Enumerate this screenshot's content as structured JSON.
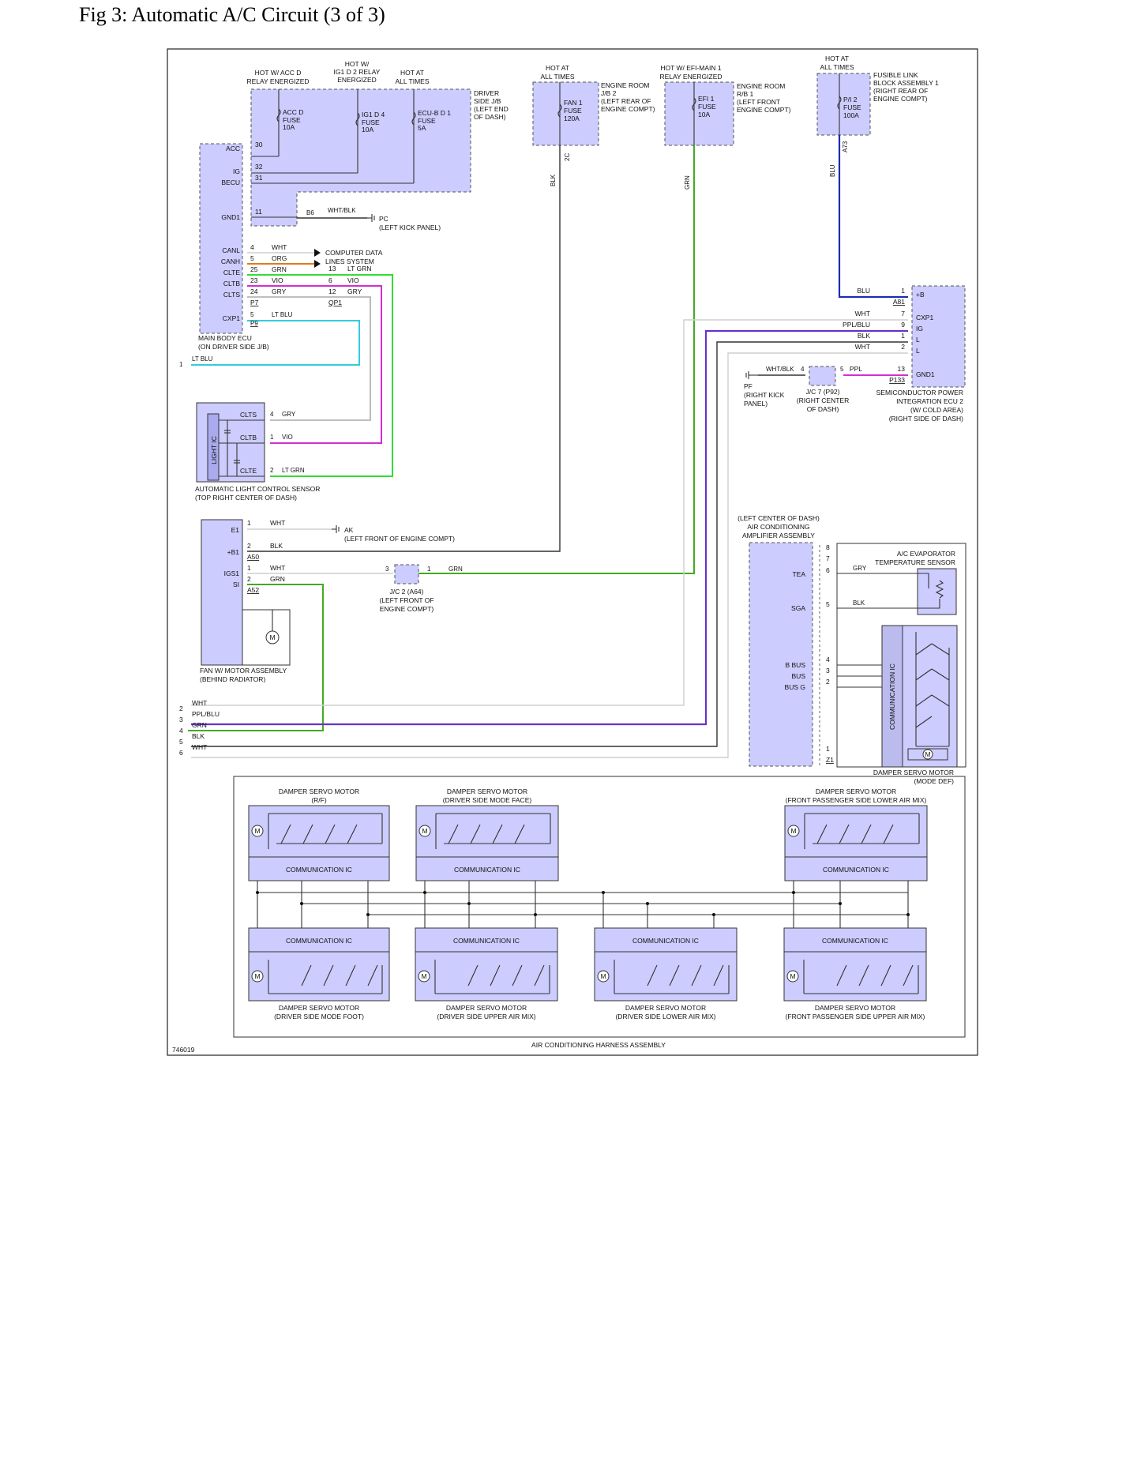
{
  "title": "Fig 3: Automatic A/C Circuit (3 of 3)",
  "figure_id": "746019",
  "harness_label": "AIR CONDITIONING HARNESS ASSEMBLY",
  "top_sources": {
    "hot_acc": [
      "HOT W/ ACC D",
      "RELAY ENERGIZED"
    ],
    "hot_ig1": [
      "HOT W/",
      "IG1 D 2 RELAY",
      "ENERGIZED"
    ],
    "hot_all1": [
      "HOT AT",
      "ALL TIMES"
    ],
    "hot_all2": [
      "HOT AT",
      "ALL TIMES"
    ],
    "hot_efi": [
      "HOT W/ EFI-MAIN 1",
      "RELAY ENERGIZED"
    ],
    "hot_all3": [
      "HOT AT",
      "ALL TIMES"
    ]
  },
  "fuses": {
    "acc": [
      "ACC D",
      "FUSE",
      "10A"
    ],
    "ig1": [
      "IG1 D 4",
      "FUSE",
      "10A"
    ],
    "ecub": [
      "ECU-B D 1",
      "FUSE",
      "5A"
    ],
    "fan": [
      "FAN 1",
      "FUSE",
      "120A"
    ],
    "efi": [
      "EFI 1",
      "FUSE",
      "10A"
    ],
    "pi2": [
      "P/I 2",
      "FUSE",
      "100A"
    ]
  },
  "boxes": {
    "driver_jb": [
      "DRIVER",
      "SIDE J/B",
      "(LEFT END",
      "OF DASH)"
    ],
    "engine_jb2": [
      "ENGINE ROOM",
      "J/B 2",
      "(LEFT REAR OF",
      "ENGINE COMPT)"
    ],
    "engine_rb1": [
      "ENGINE ROOM",
      "R/B 1",
      "(LEFT FRONT",
      "ENGINE COMPT)"
    ],
    "fusible": [
      "FUSIBLE LINK",
      "BLOCK ASSEMBLY 1",
      "(RIGHT REAR OF",
      "ENGINE COMPT)"
    ]
  },
  "main_body_ecu": {
    "pins": [
      "ACC",
      "IG",
      "BECU",
      "GND1",
      "CANL",
      "CANH",
      "CLTE",
      "CLTB",
      "CLTS",
      "CXP1"
    ],
    "pin_nums": [
      "30",
      "32",
      "31",
      "11",
      "4",
      "5",
      "25",
      "23",
      "24",
      "P7",
      "5",
      "P9"
    ],
    "name": [
      "MAIN BODY ECU",
      "(ON DRIVER SIDE J/B)"
    ]
  },
  "wires_left": {
    "whtblk": "WHT/BLK",
    "b6": "B6",
    "wht": "WHT",
    "org": "ORG",
    "grn": "GRN",
    "vio": "VIO",
    "gry": "GRY",
    "ltblu": "LT BLU",
    "ltgrn": "LT GRN",
    "n13": "13",
    "n6": "6",
    "n12": "12",
    "qp1": "QP1",
    "n1": "1"
  },
  "ground_pc": [
    "PC",
    "(LEFT KICK PANEL)"
  ],
  "can_label": [
    "COMPUTER DATA",
    "LINES SYSTEM"
  ],
  "light_sensor": {
    "ic": "LIGHT IC",
    "pins": [
      "CLTS",
      "CLTB",
      "CLTE"
    ],
    "nums": [
      "4",
      "1",
      "2"
    ],
    "wires": [
      "GRY",
      "VIO",
      "LT GRN"
    ],
    "name": [
      "AUTOMATIC LIGHT CONTROL SENSOR",
      "(TOP RIGHT CENTER OF DASH)"
    ]
  },
  "fan_motor": {
    "pins": [
      "E1",
      "+B1",
      "IGS1",
      "SI"
    ],
    "nums": [
      "1",
      "2",
      "A50",
      "1",
      "2",
      "A52"
    ],
    "wires": [
      "WHT",
      "BLK",
      "WHT",
      "GRN"
    ],
    "name": [
      "FAN W/ MOTOR ASSEMBLY",
      "(BEHIND RADIATOR)"
    ],
    "motor": "M"
  },
  "ground_ak": [
    "AK",
    "(LEFT FRONT OF ENGINE COMPT)"
  ],
  "jc2": {
    "n3": "3",
    "n1": "1",
    "wire": "GRN",
    "label": [
      "J/C 2 (A64)",
      "(LEFT FRONT OF",
      "ENGINE COMPT)"
    ]
  },
  "vert_wires": {
    "blk": "BLK",
    "grn": "GRN",
    "blu": "BLU",
    "n2c": "2C",
    "a73": "A73"
  },
  "spi_ecu": {
    "pins": [
      "+B",
      "CXP1",
      "IG",
      "L",
      "L",
      "GND1"
    ],
    "nums": [
      "1",
      "A81",
      "7",
      "9",
      "1",
      "2",
      "13",
      "P133"
    ],
    "wires": [
      "BLU",
      "WHT",
      "PPL/BLU",
      "BLK",
      "WHT",
      "PPL"
    ],
    "name": [
      "SEMICONDUCTOR POWER",
      "INTEGRATION ECU 2",
      "(W/ COLD AREA)",
      "(RIGHT SIDE OF DASH)"
    ]
  },
  "jc7": {
    "wire": "WHT/BLK",
    "n4": "4",
    "n5": "5",
    "label": [
      "J/C 7 (P92)",
      "(RIGHT CENTER",
      "OF DASH)"
    ]
  },
  "ground_pf": [
    "PF",
    "(RIGHT KICK",
    "PANEL)"
  ],
  "amplifier": {
    "name": [
      "(LEFT CENTER OF DASH)",
      "AIR CONDITIONING",
      "AMPLIFIER ASSEMBLY"
    ],
    "pins": [
      "TEA",
      "SGA",
      "B BUS",
      "BUS",
      "BUS G"
    ],
    "nums": [
      "8",
      "7",
      "6",
      "5",
      "4",
      "3",
      "2",
      "1",
      "Z1"
    ]
  },
  "evap_sensor": {
    "name": [
      "A/C EVAPORATOR",
      "TEMPERATURE SENSOR"
    ],
    "wires": [
      "GRY",
      "BLK"
    ]
  },
  "mode_def": {
    "ic": "COMMUNICATION IC",
    "name": [
      "DAMPER SERVO MOTOR",
      "(MODE DEF)"
    ]
  },
  "bottom_left_wires": {
    "nums": [
      "2",
      "3",
      "4",
      "5",
      "6"
    ],
    "colors": [
      "WHT",
      "PPL/BLU",
      "GRN",
      "BLK",
      "WHT"
    ],
    "n1": "1",
    "ltblu": "LT BLU"
  },
  "servos_top": [
    {
      "name": [
        "DAMPER SERVO MOTOR",
        "(R/F)"
      ],
      "ic": "COMMUNICATION IC"
    },
    {
      "name": [
        "DAMPER SERVO MOTOR",
        "(DRIVER SIDE MODE FACE)"
      ],
      "ic": "COMMUNICATION IC"
    },
    {
      "name": [
        "DAMPER SERVO MOTOR",
        "(FRONT PASSENGER SIDE LOWER AIR MIX)"
      ],
      "ic": "COMMUNICATION IC"
    }
  ],
  "servos_bottom": [
    {
      "name": [
        "DAMPER SERVO MOTOR",
        "(DRIVER SIDE MODE FOOT)"
      ],
      "ic": "COMMUNICATION IC"
    },
    {
      "name": [
        "DAMPER SERVO MOTOR",
        "(DRIVER SIDE UPPER AIR MIX)"
      ],
      "ic": "COMMUNICATION IC"
    },
    {
      "name": [
        "DAMPER SERVO MOTOR",
        "(DRIVER SIDE LOWER AIR MIX)"
      ],
      "ic": "COMMUNICATION IC"
    },
    {
      "name": [
        "DAMPER SERVO MOTOR",
        "(FRONT PASSENGER SIDE UPPER AIR MIX)"
      ],
      "ic": "COMMUNICATION IC"
    }
  ],
  "colors": {
    "component_fill": "#ccccff",
    "wire_blue": "#1a2fb0",
    "wire_purple": "#6633cc",
    "wire_violet": "#d030d0",
    "wire_green": "#44aa22",
    "wire_light_green": "#33dd33",
    "wire_light_blue": "#33ccdd",
    "wire_orange": "#e07a1a"
  }
}
